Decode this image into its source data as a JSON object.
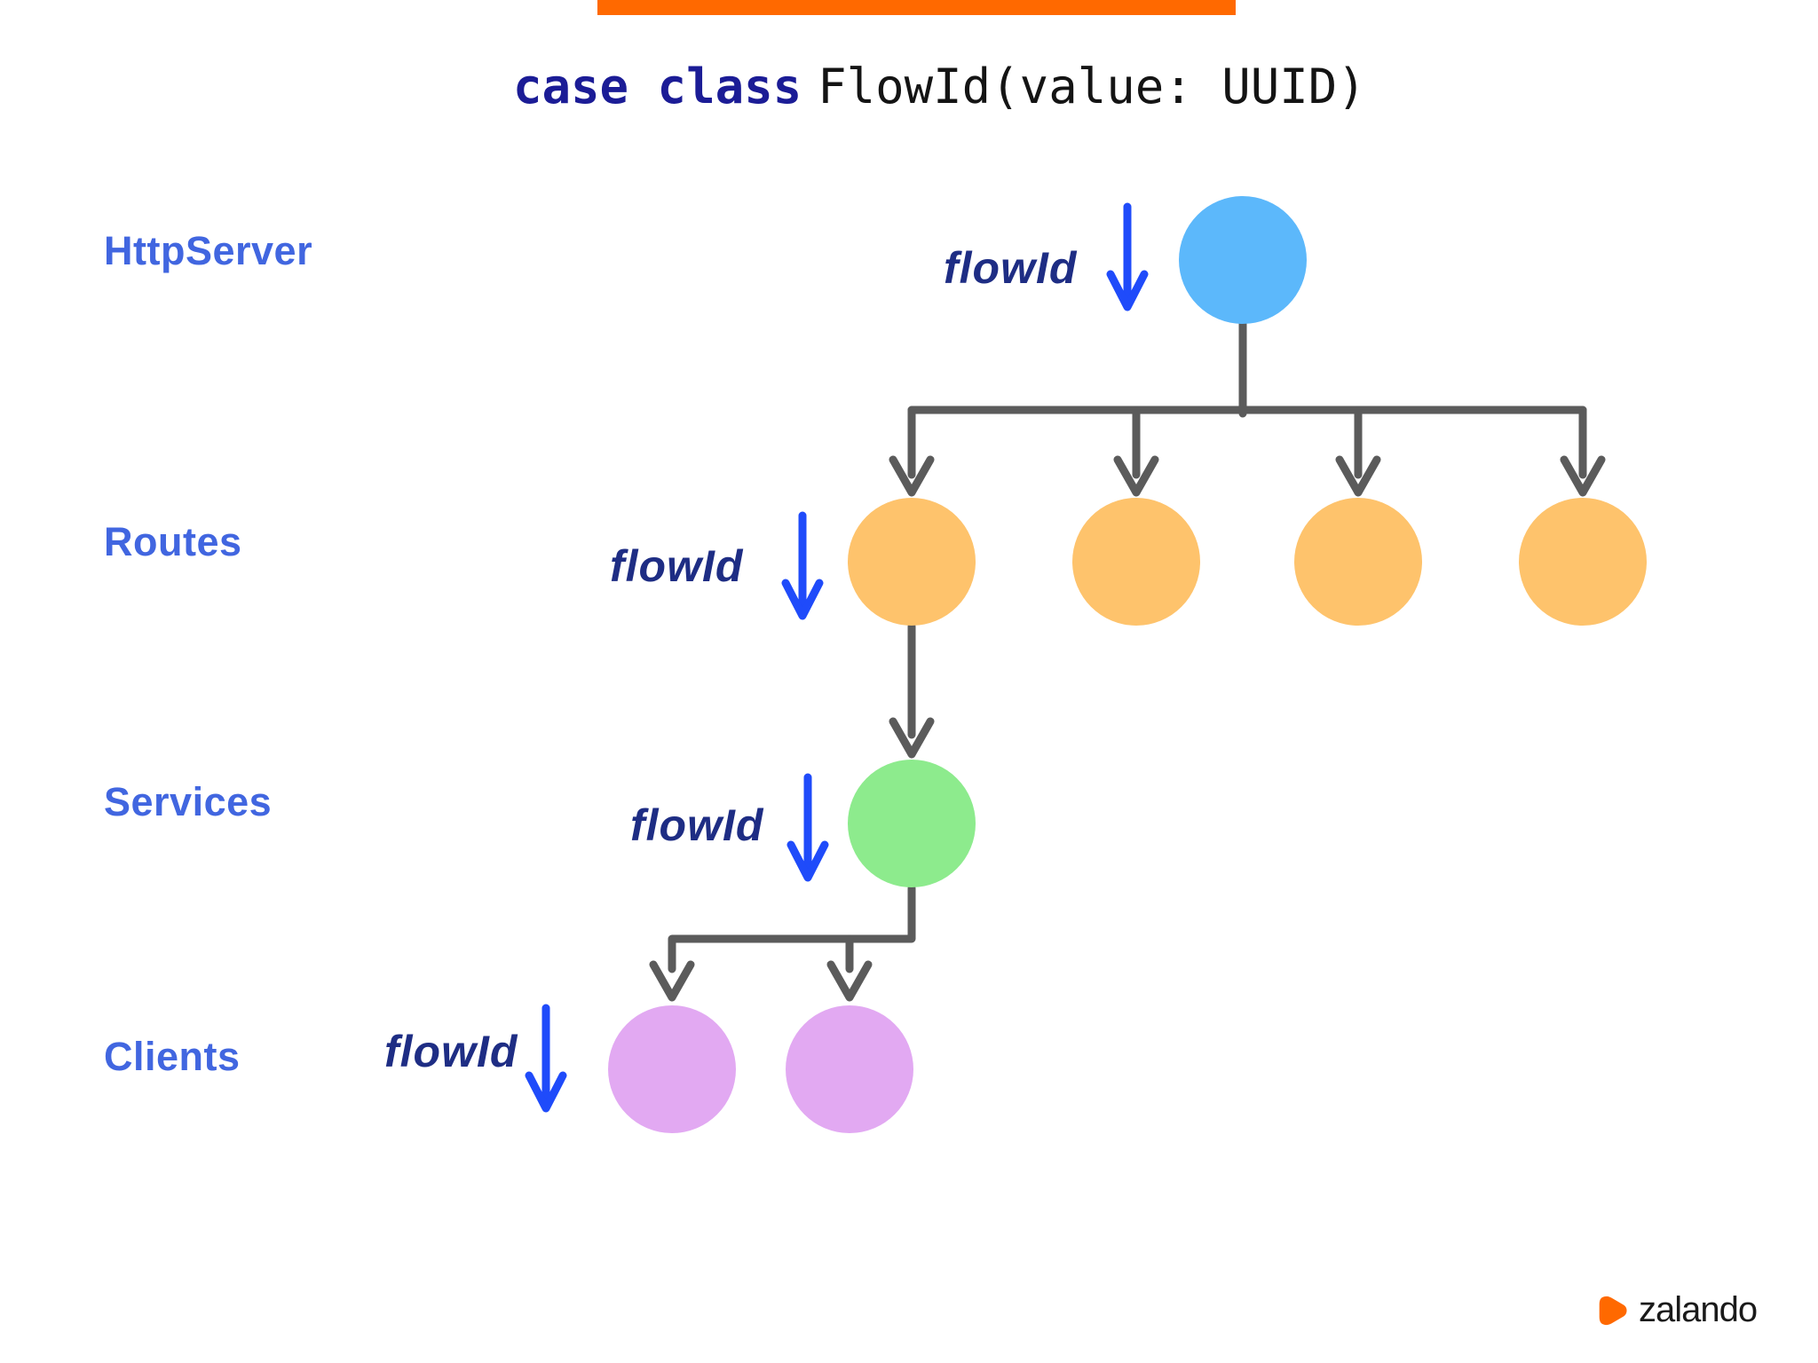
{
  "title": {
    "keyword": "case class",
    "code": "FlowId(value: UUID)"
  },
  "layers": [
    {
      "label": "HttpServer"
    },
    {
      "label": "Routes"
    },
    {
      "label": "Services"
    },
    {
      "label": "Clients"
    }
  ],
  "flow_annotation": {
    "label": "flowId"
  },
  "tree": {
    "httpserver_nodes": 1,
    "route_nodes": 4,
    "service_nodes": 1,
    "client_nodes": 2
  },
  "logo": {
    "text": "zalando"
  },
  "colors": {
    "accent-bar": "#FF6900",
    "node-httpserver": "#5CB8FB",
    "node-route": "#FEC36C",
    "node-service": "#8DEB8D",
    "node-client": "#E2A9F2",
    "line-gray": "#5B5B5B",
    "arrow-blue": "#1F4BFA",
    "flow-text": "#1E2D84",
    "row-label": "#4166E0",
    "title-keyword": "#1B1C96",
    "title-rest": "#141414",
    "logo-orange": "#FF6900",
    "logo-text": "#1A1A1A"
  }
}
